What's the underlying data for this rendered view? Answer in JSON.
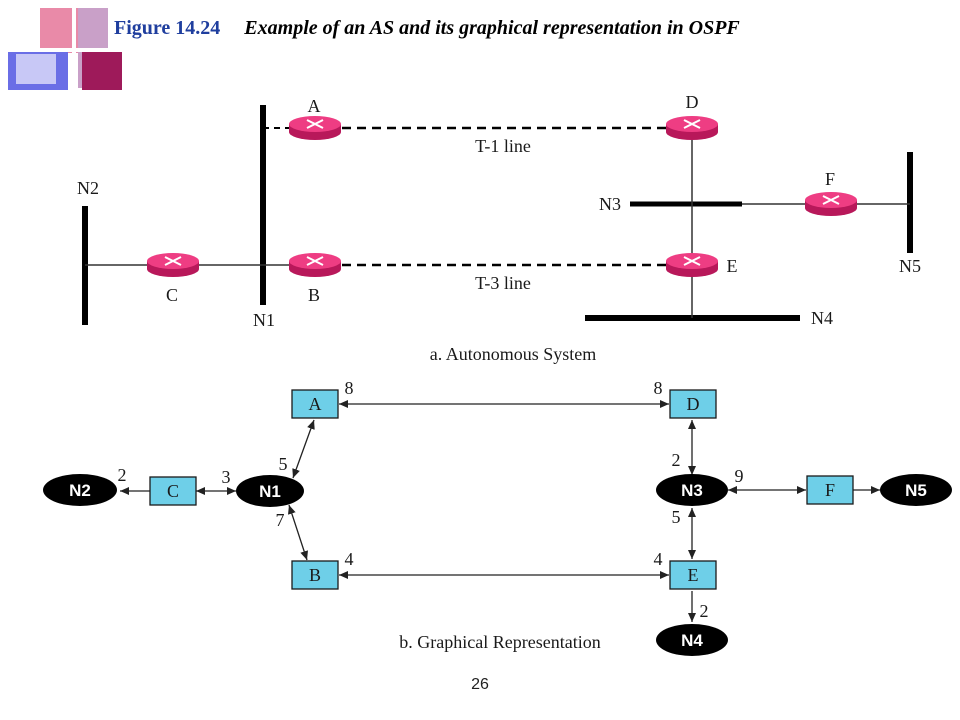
{
  "title": {
    "number": "Figure 14.24",
    "caption": "Example of an AS and its graphical representation in OSPF"
  },
  "colors": {
    "router": "#ee3d83",
    "box": "#6ecfe8",
    "network": "#000000",
    "title_number": "#1f3e9e",
    "logo_blue": "#6a6ee6",
    "logo_magenta": "#9e1a5a"
  },
  "part_a": {
    "caption": "a. Autonomous System",
    "routers": {
      "A": "A",
      "B": "B",
      "C": "C",
      "D": "D",
      "E": "E",
      "F": "F"
    },
    "networks": {
      "N1": "N1",
      "N2": "N2",
      "N3": "N3",
      "N4": "N4",
      "N5": "N5"
    },
    "lines": {
      "t1": "T-1 line",
      "t3": "T-3 line"
    }
  },
  "part_b": {
    "caption": "b. Graphical Representation",
    "nodes": {
      "A": "A",
      "B": "B",
      "C": "C",
      "D": "D",
      "E": "E",
      "F": "F",
      "N1": "N1",
      "N2": "N2",
      "N3": "N3",
      "N4": "N4",
      "N5": "N5"
    },
    "costs": {
      "c_n2": "2",
      "c_n1": "3",
      "a_n1": "5",
      "b_n1": "7",
      "a_d": "8",
      "d_a": "8",
      "b_e": "4",
      "e_b": "4",
      "d_n3": "2",
      "e_n3": "5",
      "n3_f": "9",
      "e_n4": "2"
    }
  },
  "page_number": "26"
}
